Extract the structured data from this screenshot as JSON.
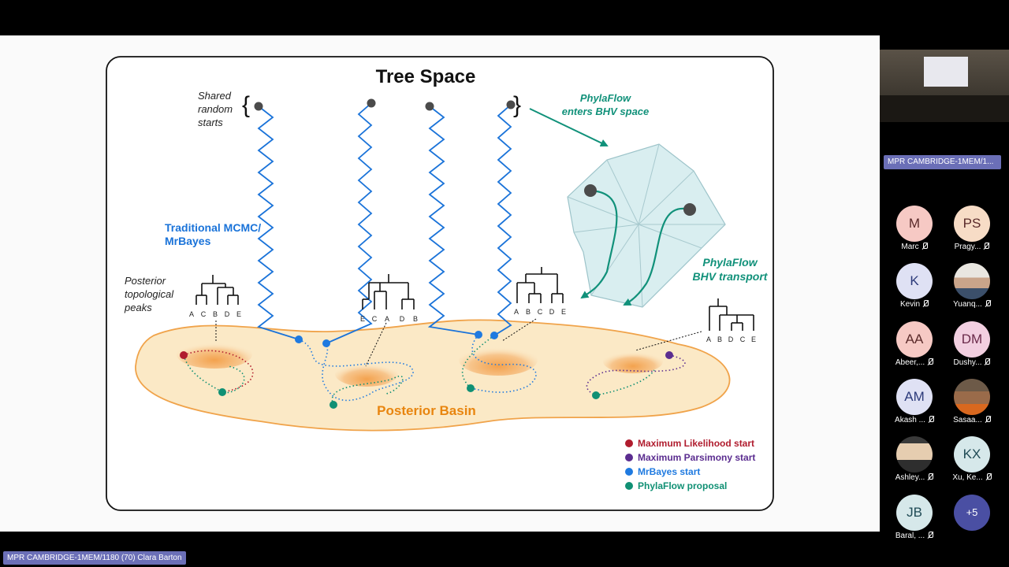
{
  "slide": {
    "title": "Tree Space",
    "shared_starts": [
      "Shared",
      "random",
      "starts"
    ],
    "mcmc_label": [
      "Traditional MCMC/",
      "MrBayes"
    ],
    "peaks_label": [
      "Posterior",
      "topological",
      "peaks"
    ],
    "phylaflow_enters": [
      "PhylaFlow",
      "enters BHV space"
    ],
    "phylaflow_transport": [
      "PhylaFlow",
      "BHV transport"
    ],
    "basin_label": "Posterior Basin",
    "trees": [
      {
        "leaves": [
          "A",
          "C",
          "B",
          "D",
          "E"
        ]
      },
      {
        "leaves": [
          "E",
          "C",
          "A",
          "D",
          "B"
        ]
      },
      {
        "leaves": [
          "A",
          "B",
          "C",
          "D",
          "E"
        ]
      },
      {
        "leaves": [
          "A",
          "B",
          "D",
          "C",
          "E"
        ]
      }
    ],
    "legend": [
      {
        "label": "Maximum Likelihood start",
        "color": "#b01c2e"
      },
      {
        "label": "Maximum Parsimony start",
        "color": "#5b2d90"
      },
      {
        "label": "MrBayes start",
        "color": "#1f7ae0"
      },
      {
        "label": "PhylaFlow proposal",
        "color": "#109074"
      }
    ],
    "colors": {
      "mcmc_blue": "#1a73d9",
      "phylaflow_green": "#11917a",
      "basin_orange": "#e8850f"
    }
  },
  "meeting": {
    "camera_label": "MPR CAMBRIDGE-1MEM/1...",
    "bottom_label": "MPR CAMBRIDGE-1MEM/1180 (70) Clara Barton",
    "participants": [
      {
        "initials": "M",
        "name": "Marc",
        "bg": "#f6c9c4"
      },
      {
        "initials": "PS",
        "name": "Pragy...",
        "bg": "#f7dcc6"
      },
      {
        "initials": "K",
        "name": "Kevin",
        "bg": "#dfe1f4"
      },
      {
        "initials": "",
        "name": "Yuanq...",
        "photo": "person-photo"
      },
      {
        "initials": "AA",
        "name": "Abeer,...",
        "bg": "#f6c9c4"
      },
      {
        "initials": "DM",
        "name": "Dushy...",
        "bg": "#f2cfe0"
      },
      {
        "initials": "AM",
        "name": "Akash ...",
        "bg": "#dfe1f4"
      },
      {
        "initials": "",
        "name": "Sasaa...",
        "photo": "person-photo"
      },
      {
        "initials": "",
        "name": "Ashley...",
        "photo": "person-photo"
      },
      {
        "initials": "KX",
        "name": "Xu, Ke...",
        "bg": "#d6e8ea"
      },
      {
        "initials": "JB",
        "name": "Baral, ...",
        "bg": "#d6e8ea"
      },
      {
        "initials": "+5",
        "name": "",
        "bg": "#4a4fa3"
      }
    ]
  }
}
